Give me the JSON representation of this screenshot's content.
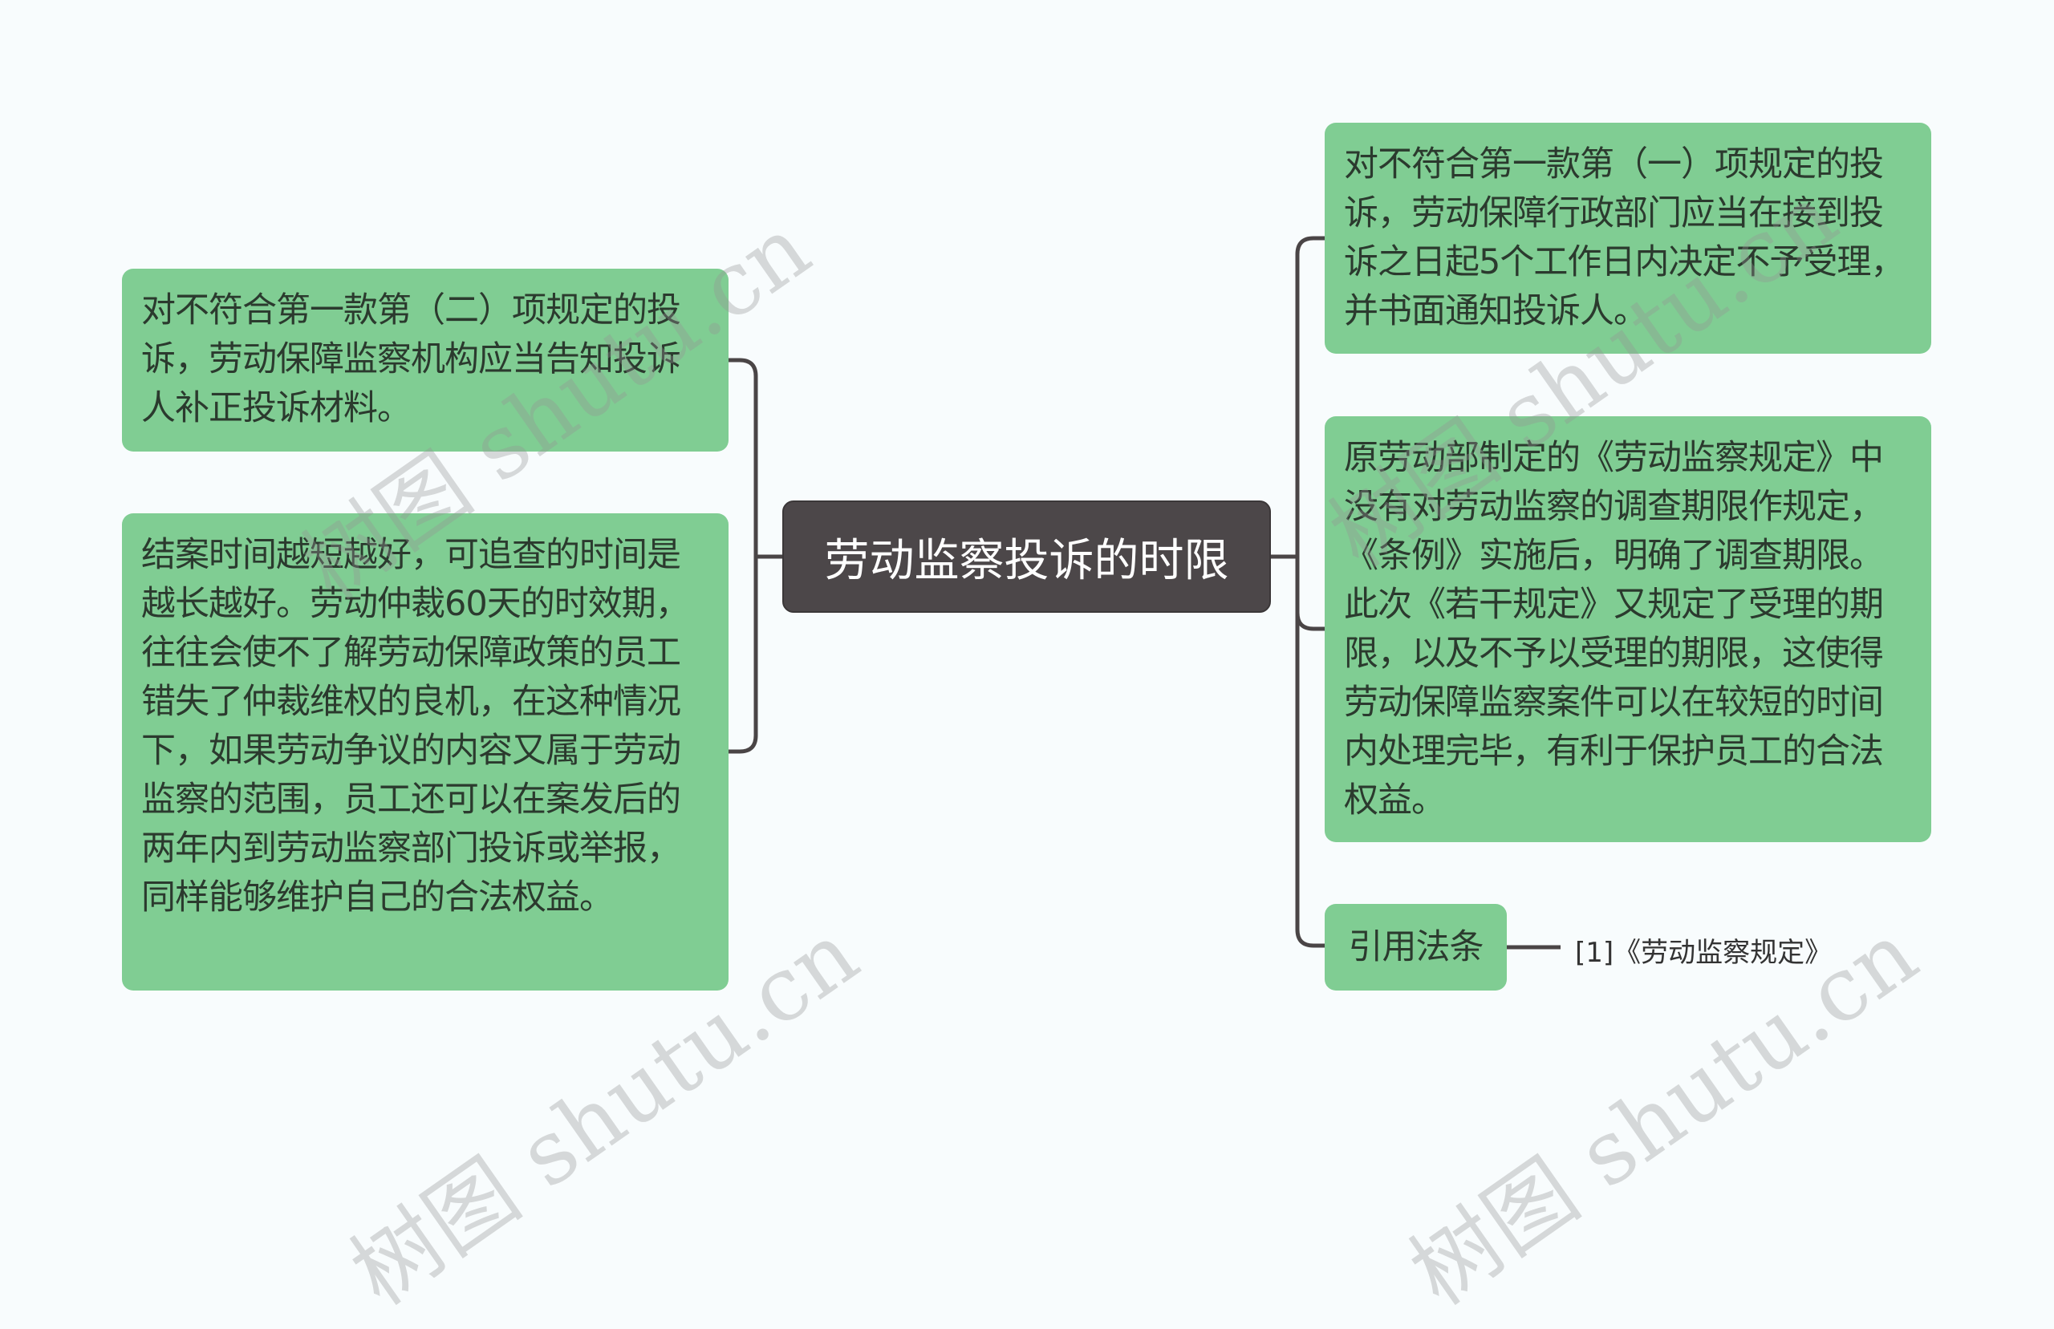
{
  "root": {
    "label": "劳动监察投诉的时限"
  },
  "left": [
    {
      "text": "对不符合第一款第（二）项规定的投诉，劳动保障监察机构应当告知投诉人补正投诉材料。"
    },
    {
      "text": "结案时间越短越好，可追查的时间是越长越好。劳动仲裁60天的时效期，往往会使不了解劳动保障政策的员工错失了仲裁维权的良机，在这种情况下，如果劳动争议的内容又属于劳动监察的范围，员工还可以在案发后的两年内到劳动监察部门投诉或举报，同样能够维护自己的合法权益。"
    }
  ],
  "right": [
    {
      "text": "对不符合第一款第（一）项规定的投诉，劳动保障行政部门应当在接到投诉之日起5个工作日内决定不予受理，并书面通知投诉人。"
    },
    {
      "text": "原劳动部制定的《劳动监察规定》中没有对劳动监察的调查期限作规定，《条例》实施后，明确了调查期限。此次《若干规定》又规定了受理的期限，以及不予以受理的期限，这使得劳动保障监察案件可以在较短的时间内处理完毕，有利于保护员工的合法权益。"
    },
    {
      "text": "引用法条"
    }
  ],
  "reference": {
    "text": "[1]《劳动监察规定》"
  },
  "watermark": {
    "text": "树图 shutu.cn"
  },
  "colors": {
    "leaf": "#80cd93",
    "root": "#4c4749",
    "line": "#4a4546",
    "background": "#f8fcfd"
  }
}
